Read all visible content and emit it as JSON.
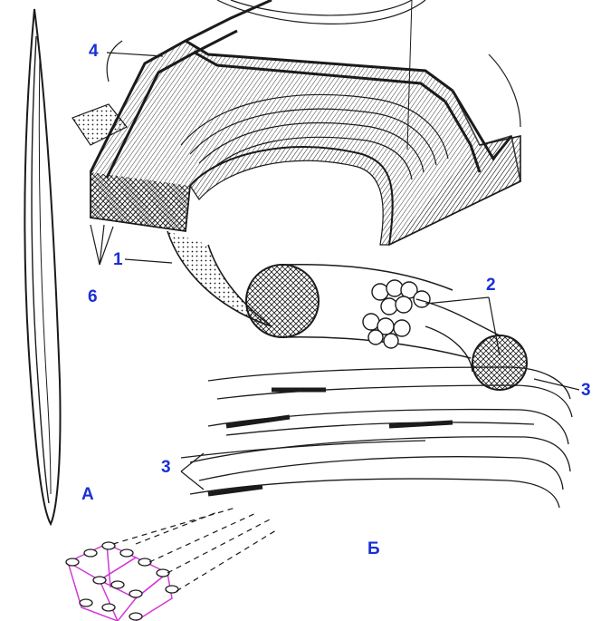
{
  "colors": {
    "ink": "#1b1b1b",
    "label": "#1a2fd6",
    "lattice": "#d23ad6",
    "background": "#ffffff"
  },
  "labels": {
    "part_a": "А",
    "part_b": "Б",
    "l1": "1",
    "l2": "2",
    "l3_right": "3",
    "l3_left": "3",
    "l4": "4",
    "l6": "6"
  }
}
